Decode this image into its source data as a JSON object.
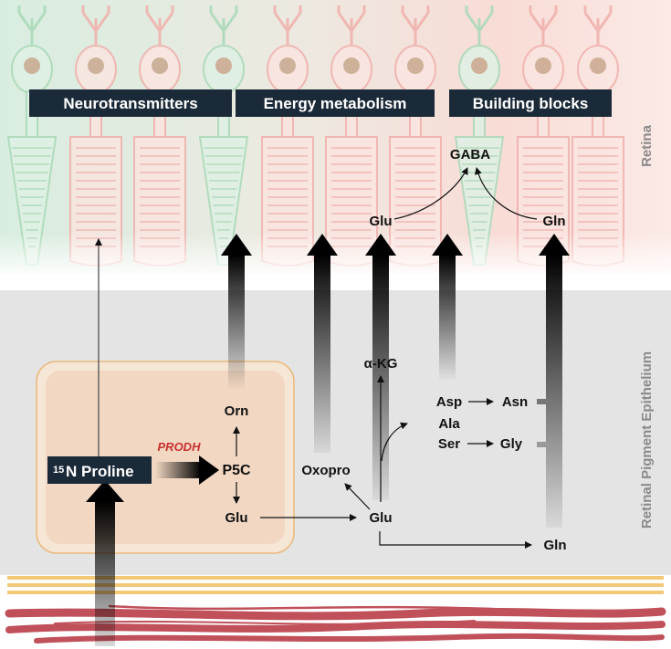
{
  "headers": {
    "neurotransmitters": "Neurotransmitters",
    "energy": "Energy metabolism",
    "building": "Building blocks"
  },
  "regions": {
    "retina": "Retina",
    "rpe": "Retinal Pigment Epithelium"
  },
  "metabolites": {
    "gaba": "GABA",
    "glu_retina": "Glu",
    "gln_retina": "Gln",
    "akg": "α-KG",
    "asp": "Asp",
    "asn": "Asn",
    "ala": "Ala",
    "ser": "Ser",
    "gly": "Gly",
    "orn": "Orn",
    "p5c": "P5C",
    "glu_rpe": "Glu",
    "oxopro": "Oxopro",
    "glu_center": "Glu",
    "gln_bottom": "Gln"
  },
  "proline": {
    "superscript": "15",
    "label": "N Proline"
  },
  "enzyme": "PRODH",
  "colors": {
    "label_bg": "#1b2a38",
    "retina_green": "#dcefe2",
    "retina_pink": "#f8dad6",
    "rpe_gray": "#e4e4e4",
    "cell_box": "#f3dccb",
    "enzyme_red": "#c8302f",
    "blood": "#c0505a",
    "bruch": "#f3c978"
  }
}
